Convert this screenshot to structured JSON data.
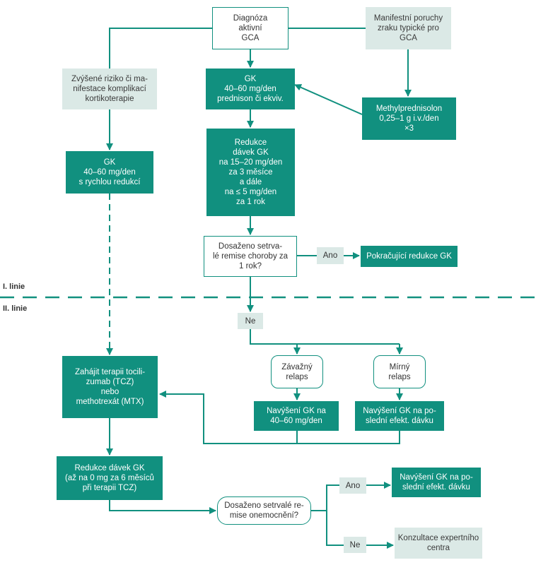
{
  "colors": {
    "accent": "#11907f",
    "light_box": "#dbe9e6",
    "outline_box": "#ffffff"
  },
  "labels": {
    "line1": "I. linie",
    "line2": "II. linie"
  },
  "nodes": {
    "diagnosis": "Diagnóza\naktivní\nGCA",
    "vision": "Manifestní poruchy\nzraku typické pro\nGCA",
    "risk": "Zvýšené riziko či ma-\nnifestace komplikací\nkortikoterapie",
    "gk_main": "GK\n40–60 mg/den\nprednison či ekviv.",
    "methylpred": "Methylprednisolon\n0,25–1 g i.v./den\n×3",
    "gk_rapid": "GK\n40–60 mg/den\ns rychlou redukcí",
    "reduction": "Redukce\ndávek GK\nna 15–20 mg/den\nza 3 měsíce\na dále\nna ≤ 5 mg/den\nza 1 rok",
    "remission1": "Dosaženo setrva-\nlé remise choroby za\n1 rok?",
    "continue": "Pokračující redukce GK",
    "severe": "Závažný\nrelaps",
    "mild": "Mírný\nrelaps",
    "tcz": "Zahájit terapii tocili-\nzumab (TCZ)\nnebo\nmethotrexát (MTX)",
    "increase_high": "Navýšení GK na\n40–60 mg/den",
    "increase_last": "Navýšení GK na po-\nslední efekt. dávku",
    "reduction2": "Redukce dávek GK\n(až na 0 mg za 6 měsíců\npři terapii TCZ)",
    "remission2": "Dosaženo setrvalé re-\nmise onemocnění?",
    "increase_last2": "Navýšení GK na po-\nslední efekt. dávku",
    "expert": "Konzultace expertního\ncentra"
  },
  "tags": {
    "yes1": "Ano",
    "no1": "Ne",
    "yes2": "Ano",
    "no2": "Ne"
  }
}
